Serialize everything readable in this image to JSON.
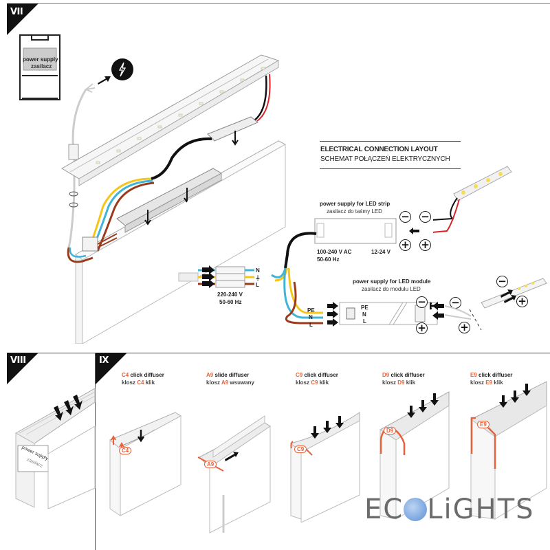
{
  "sections": {
    "vii": "VII",
    "viii": "VIII",
    "ix": "IX"
  },
  "vii": {
    "inset_label_1": "power supply",
    "inset_label_2": "zasilacz",
    "layout_title": "ELECTRICAL CONNECTION LAYOUT",
    "layout_subtitle": "SCHEMAT POŁĄCZEŃ ELEKTRYCZNYCH",
    "strip_psu": {
      "title": "power supply for LED strip",
      "subtitle": "zasilacz do taśmy LED",
      "input_voltage": "100-240 V AC",
      "input_freq": "50-60 Hz",
      "output_voltage": "12-24 V"
    },
    "mains": {
      "voltage": "220-240 V",
      "freq": "50-60 Hz",
      "terminals": [
        "N",
        "⏚",
        "L"
      ]
    },
    "module_psu": {
      "title": "power supply for LED module",
      "subtitle": "zasilacz do modułu LED",
      "input_terminals": [
        "PE",
        "N",
        "L"
      ],
      "psu_terminals": [
        "PE",
        "N",
        "L"
      ]
    },
    "polarity": {
      "minus": "−",
      "plus": "+"
    }
  },
  "viii": {
    "label_1": "power supply",
    "label_2": "zasilacz"
  },
  "ix": {
    "diffusers": [
      {
        "code": "C4",
        "line1_rest": "click diffuser",
        "line2_pre": "klosz",
        "line2_post": "klik"
      },
      {
        "code": "A9",
        "line1_rest": "slide diffuser",
        "line2_pre": "klosz",
        "line2_post": "wsuwany"
      },
      {
        "code": "C9",
        "line1_rest": "click diffuser",
        "line2_pre": "klosz",
        "line2_post": "klik"
      },
      {
        "code": "D9",
        "line1_rest": "click diffuser",
        "line2_pre": "klosz",
        "line2_post": "klik"
      },
      {
        "code": "E9",
        "line1_rest": "click diffuser",
        "line2_pre": "klosz",
        "line2_post": "klik"
      }
    ]
  },
  "logo": {
    "text": "EcoLights",
    "part1": "EC",
    "part2": "L",
    "part3": "iGHTS"
  },
  "colors": {
    "accent": "#e8613a",
    "wire_blue": "#3fb3d8",
    "wire_yellow": "#f5c518",
    "wire_brown": "#9a3b1c",
    "wire_red": "#d8232a",
    "black": "#111111",
    "globe": "#5b8fd6"
  }
}
